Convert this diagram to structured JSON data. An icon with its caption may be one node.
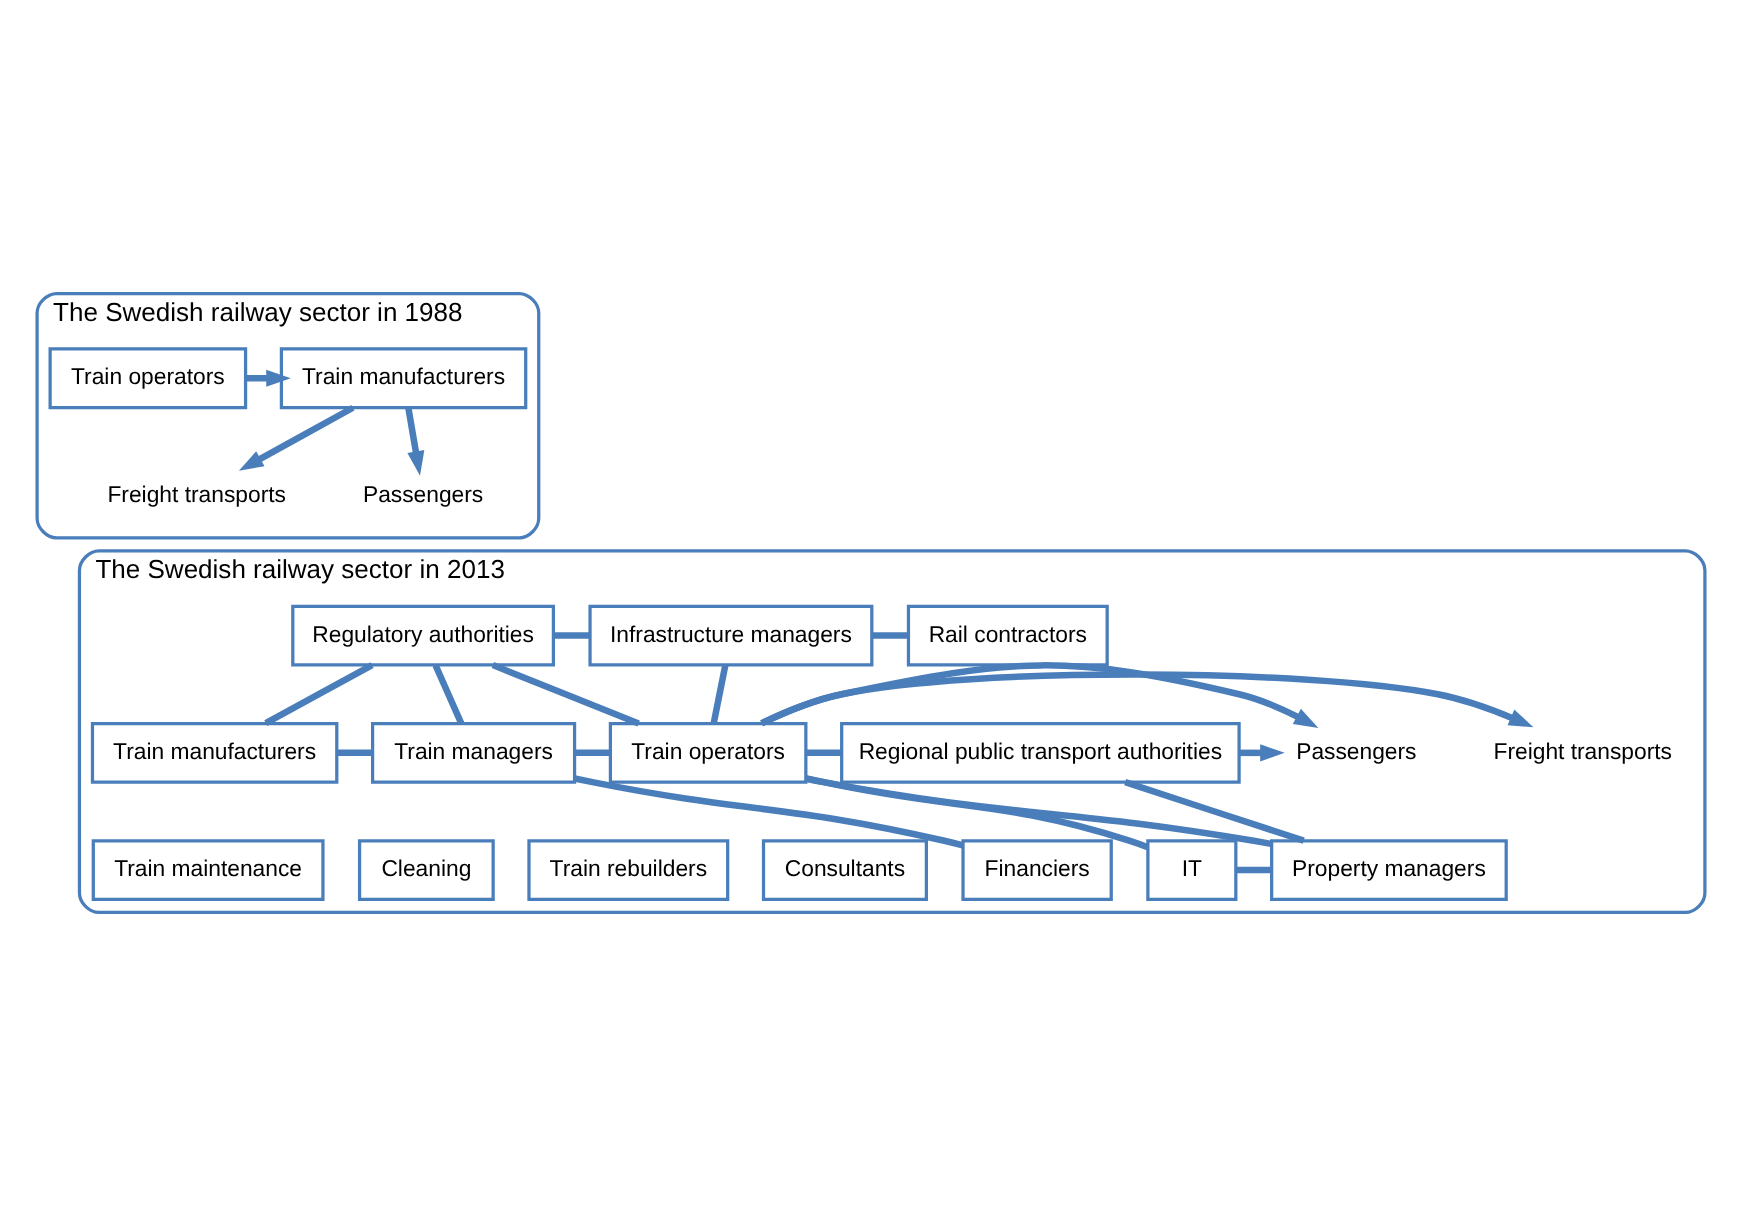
{
  "diagram": {
    "nodes": [
      {
        "text": [
          "The Swedish railway sector in 1988"
        ]
      },
      {
        "text": [
          "Train operators"
        ],
        "in": 0
      },
      {
        "text": [
          "Train manufacturers"
        ],
        "in": 0
      },
      {
        "text": [
          "Freight transports"
        ],
        "in": 0
      },
      {
        "text": [
          "Passengers"
        ],
        "in": 0
      },
      {
        "text": [
          "The Swedish railway sector in 2013"
        ]
      },
      {
        "text": [
          "Regulatory authorities"
        ],
        "in": 5
      },
      {
        "text": [
          "Infrastructure managers"
        ],
        "in": 5
      },
      {
        "text": [
          "Rail contractors"
        ],
        "in": 5
      },
      {
        "text": [
          "Freight transports"
        ],
        "in": 5
      },
      {
        "text": [
          "Train manufacturers"
        ],
        "in": 5
      },
      {
        "text": [
          "Train managers"
        ],
        "in": 5
      },
      {
        "text": [
          "Train operators"
        ],
        "in": 5
      },
      {
        "text": [
          "Regional public transport authorities"
        ],
        "in": 5
      },
      {
        "text": [
          "Passengers"
        ],
        "in": 5
      },
      {
        "text": [
          "Financiers"
        ],
        "in": 5
      },
      {
        "text": [
          "Consultants"
        ],
        "in": 5
      },
      {
        "text": [
          "Train rebuilders"
        ],
        "in": 5
      },
      {
        "text": [
          "IT"
        ],
        "in": 5
      },
      {
        "text": [
          "Cleaning"
        ],
        "in": 5
      },
      {
        "text": [
          "Train maintenance"
        ],
        "in": 5
      },
      {
        "text": [
          "Property managers"
        ],
        "in": 5
      }
    ],
    "edges": [
      {
        "from": 1,
        "to": 2,
        "arrow": "to"
      },
      {
        "from": 2,
        "to": 3,
        "arrow": "to"
      },
      {
        "from": 2,
        "to": 4,
        "arrow": "to"
      },
      {
        "from": 6,
        "to": 7,
        "arrow": "none"
      },
      {
        "from": 7,
        "to": 8,
        "arrow": "none"
      },
      {
        "from": 6,
        "to": 10,
        "arrow": "none"
      },
      {
        "from": 6,
        "to": 11,
        "arrow": "none"
      },
      {
        "from": 6,
        "to": 12,
        "arrow": "none"
      },
      {
        "from": 7,
        "to": 12,
        "arrow": "none"
      },
      {
        "from": 12,
        "to": 9,
        "arrow": "to"
      },
      {
        "from": 12,
        "to": 14,
        "arrow": "to"
      },
      {
        "from": 10,
        "to": 11,
        "arrow": "none"
      },
      {
        "from": 11,
        "to": 12,
        "arrow": "none"
      },
      {
        "from": 12,
        "to": 13,
        "arrow": "none"
      },
      {
        "from": 13,
        "to": 14,
        "arrow": "to"
      },
      {
        "from": 12,
        "to": 21,
        "arrow": "none"
      },
      {
        "from": 13,
        "to": 21,
        "arrow": "none"
      },
      {
        "from": 11,
        "to": 15,
        "arrow": "none"
      },
      {
        "from": 12,
        "to": 18,
        "arrow": "none"
      },
      {
        "from": 18,
        "to": 21,
        "arrow": "none"
      }
    ]
  }
}
